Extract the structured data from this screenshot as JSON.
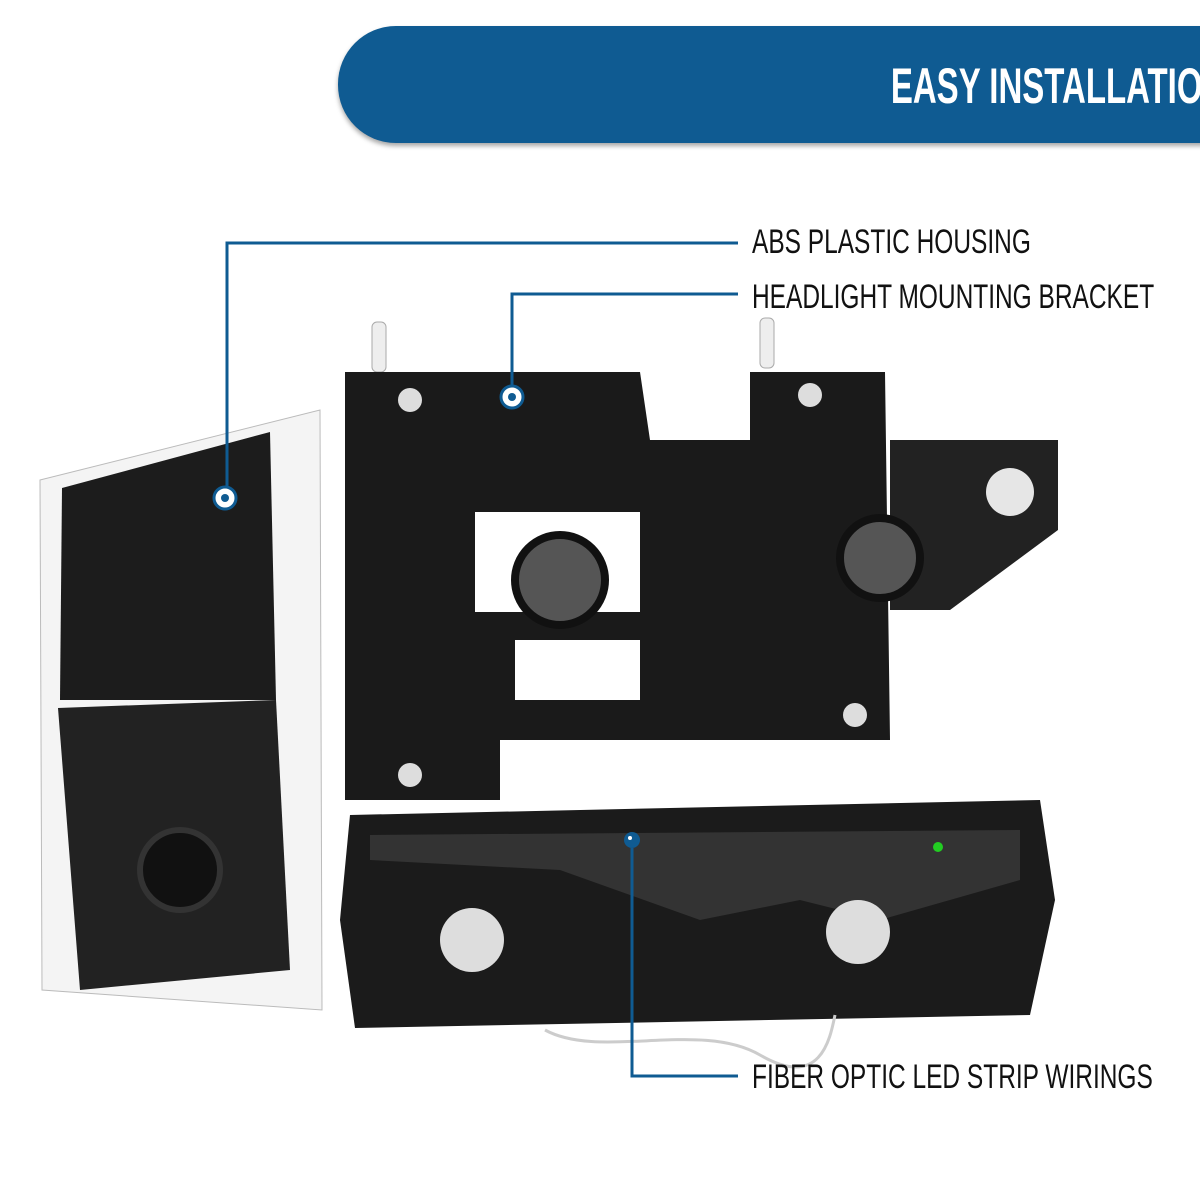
{
  "banner": {
    "title": "EASY INSTALLATION",
    "color": "#0f5b92"
  },
  "callouts": [
    {
      "label": "ABS PLASTIC HOUSING"
    },
    {
      "label": "HEADLIGHT MOUNTING BRACKET"
    },
    {
      "label": "FIBER OPTIC LED STRIP WIRINGS"
    }
  ]
}
